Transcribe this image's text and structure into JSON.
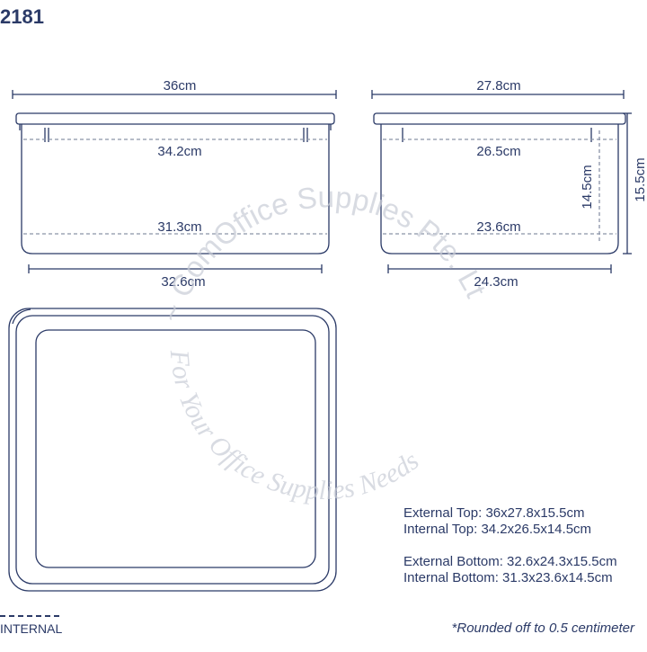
{
  "model_code": "2181",
  "watermark": {
    "company": "~ ComOffice Supplies Pte. Ltd. ~",
    "tagline": "For Your Office Supplies Needs"
  },
  "front_view": {
    "top_width": "36cm",
    "internal_top_width": "34.2cm",
    "internal_bottom_width": "31.3cm",
    "bottom_width": "32.6cm"
  },
  "side_view": {
    "top_width": "27.8cm",
    "internal_top_width": "26.5cm",
    "internal_bottom_width": "23.6cm",
    "bottom_width": "24.3cm",
    "internal_height": "14.5cm",
    "external_height": "15.5cm"
  },
  "specs": {
    "external_top": "External Top: 36x27.8x15.5cm",
    "internal_top": "Internal Top: 34.2x26.5x14.5cm",
    "external_bottom": "External Bottom: 32.6x24.3x15.5cm",
    "internal_bottom": "Internal Bottom: 31.3x23.6x14.5cm"
  },
  "legend": {
    "internal_label": "INTERNAL"
  },
  "footnote": "*Rounded off to 0.5 centimeter",
  "colors": {
    "line": "#2b3a67",
    "dash": "#8a93a8",
    "watermark": "#c8ccd6"
  }
}
